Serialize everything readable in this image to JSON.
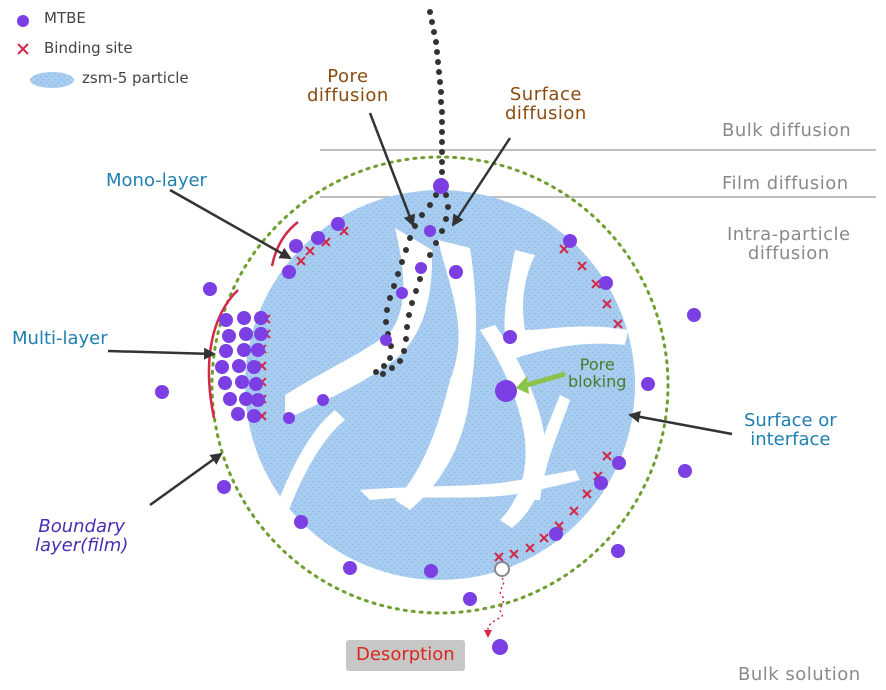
{
  "legend": {
    "mtbe": "MTBE",
    "binding_site": "Binding site",
    "zsm5": "zsm-5 particle"
  },
  "labels": {
    "pore_diffusion": [
      "Pore",
      "diffusion"
    ],
    "surface_diffusion": [
      "Surface",
      "diffusion"
    ],
    "bulk_diffusion": "Bulk diffusion",
    "film_diffusion": "Film diffusion",
    "intra_particle": [
      "Intra-particle",
      "diffusion"
    ],
    "mono_layer": "Mono-layer",
    "multi_layer": "Multi-layer",
    "pore_blocking": [
      "Pore",
      "bloking"
    ],
    "surface_interface": [
      "Surface or",
      "interface"
    ],
    "boundary_layer": [
      "Boundary",
      "layer(film)"
    ],
    "desorption": "Desorption",
    "bulk_solution": "Bulk solution"
  },
  "colors": {
    "mtbe": "#7b3fe4",
    "binding_site": "#d4284a",
    "particle": "#a9cdf0",
    "boundary": "#6f9e2e",
    "arrow": "#333333",
    "pore_label": "#8a4b10",
    "layer_label": "#1f7fb0",
    "diffusion_label": "#8a8a8a",
    "pore_block_arrow": "#8bc34a"
  }
}
